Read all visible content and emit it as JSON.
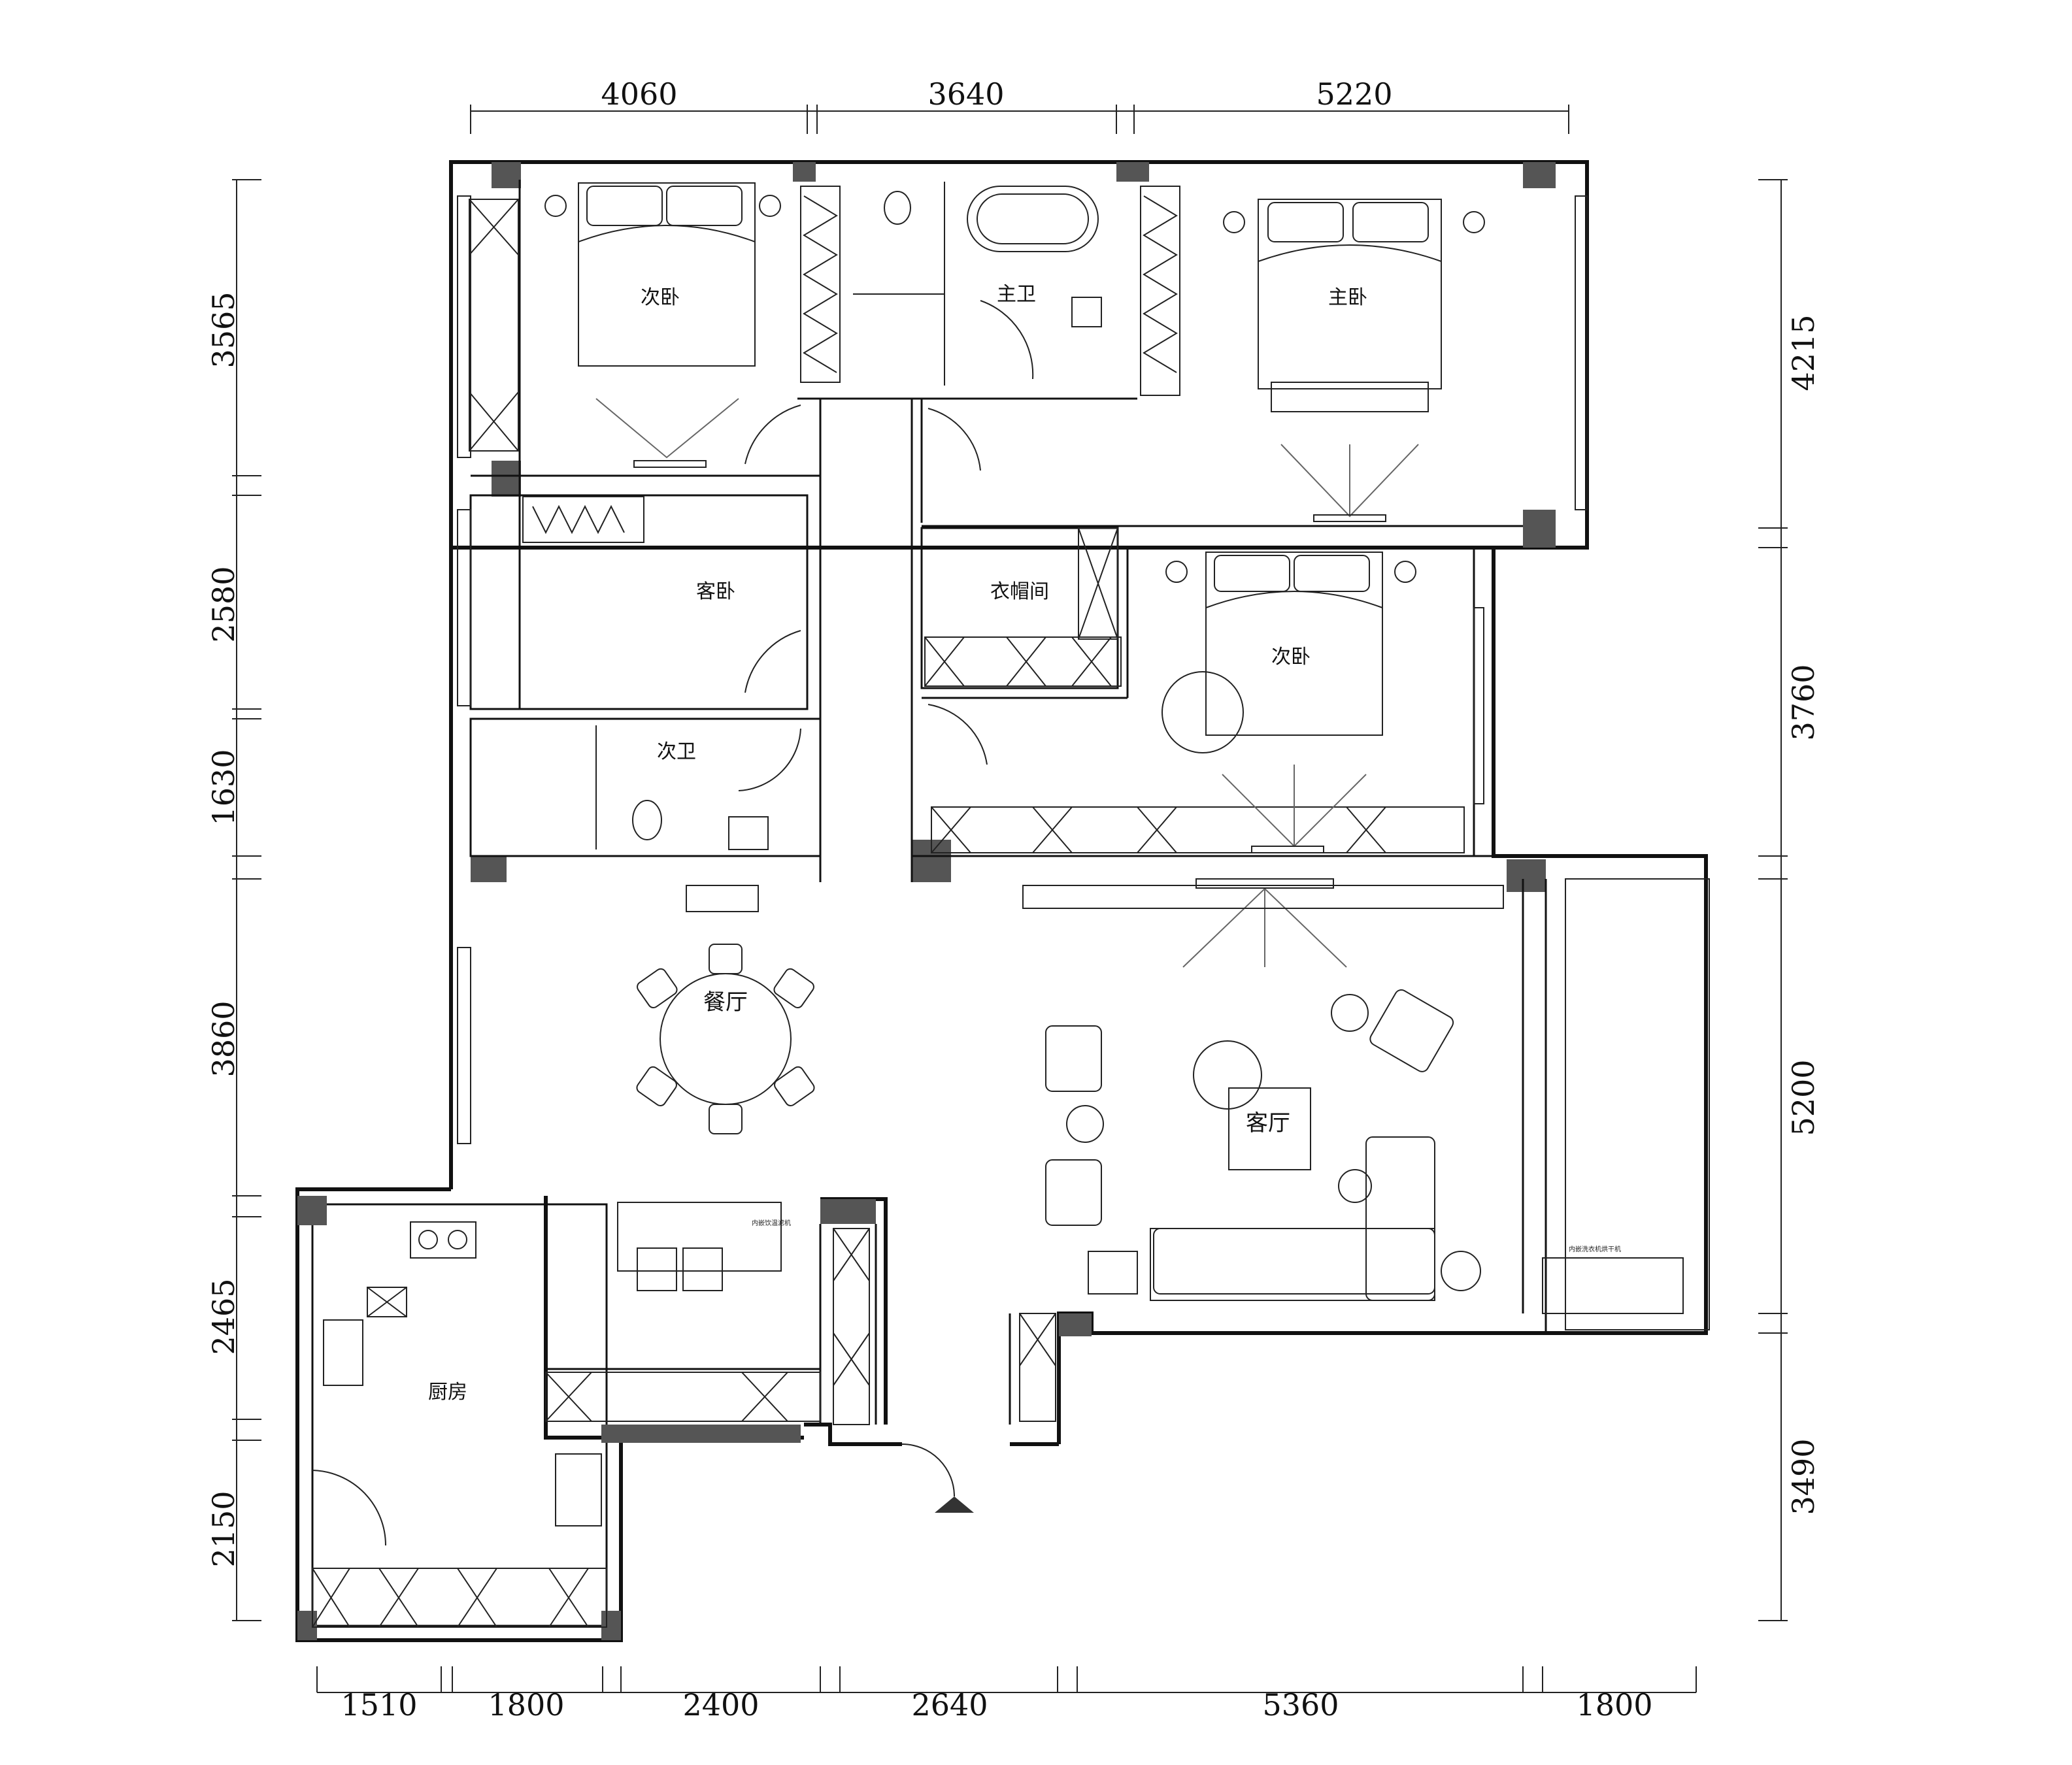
{
  "dimensions": {
    "top": [
      "4060",
      "3640",
      "5220"
    ],
    "bottom": [
      "1510",
      "1800",
      "2400",
      "2640",
      "5360",
      "1800"
    ],
    "left": [
      "3565",
      "2580",
      "1630",
      "3860",
      "2465",
      "2150"
    ],
    "right": [
      "4215",
      "3760",
      "5200",
      "3490"
    ]
  },
  "rooms": {
    "bedroom_second_top": "次卧",
    "master_bath": "主卫",
    "master_bedroom": "主卧",
    "guest_bedroom": "客卧",
    "cloakroom": "衣帽间",
    "bedroom_second_right": "次卧",
    "second_bath": "次卫",
    "dining": "餐厅",
    "living": "客厅",
    "kitchen": "厨房"
  },
  "appliance_labels": {
    "island": "内嵌饮温滤机",
    "laundry": "内嵌洗衣机烘干机"
  }
}
